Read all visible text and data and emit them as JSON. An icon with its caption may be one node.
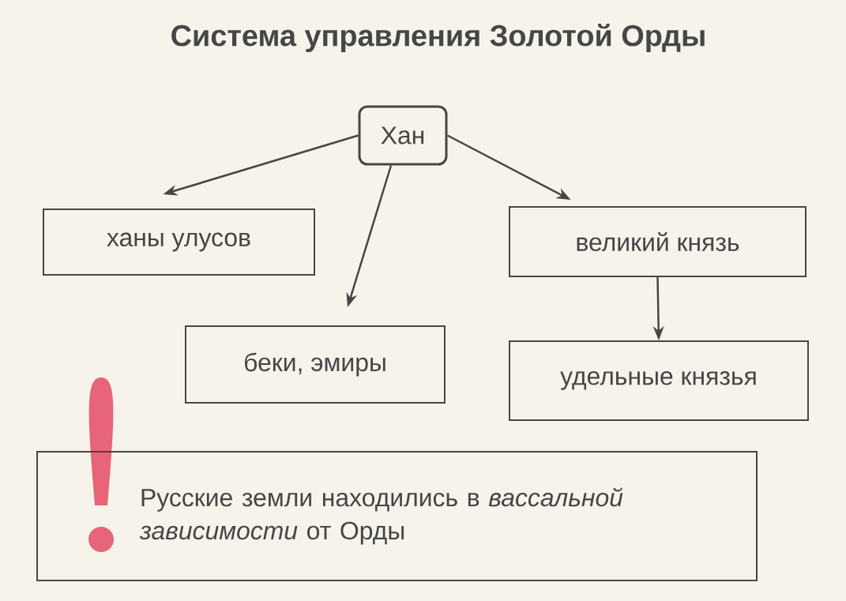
{
  "diagram": {
    "title": "Система управления Золотой Орды",
    "nodes": [
      {
        "text": [
          "Хан"
        ]
      },
      {
        "text": [
          "ханы улусов"
        ]
      },
      {
        "text": [
          "беки, эмиры"
        ]
      },
      {
        "text": [
          "великий князь"
        ]
      },
      {
        "text": [
          "удельные князья"
        ]
      },
      {
        "text": [
          "Русские земли находились в *вассальной зависимости* от Орды"
        ]
      }
    ],
    "edges": [
      {
        "from": 0,
        "to": 1,
        "arrow": "to"
      },
      {
        "from": 0,
        "to": 2,
        "arrow": "to"
      },
      {
        "from": 0,
        "to": 3,
        "arrow": "to"
      },
      {
        "from": 3,
        "to": 4,
        "arrow": "to"
      }
    ]
  }
}
